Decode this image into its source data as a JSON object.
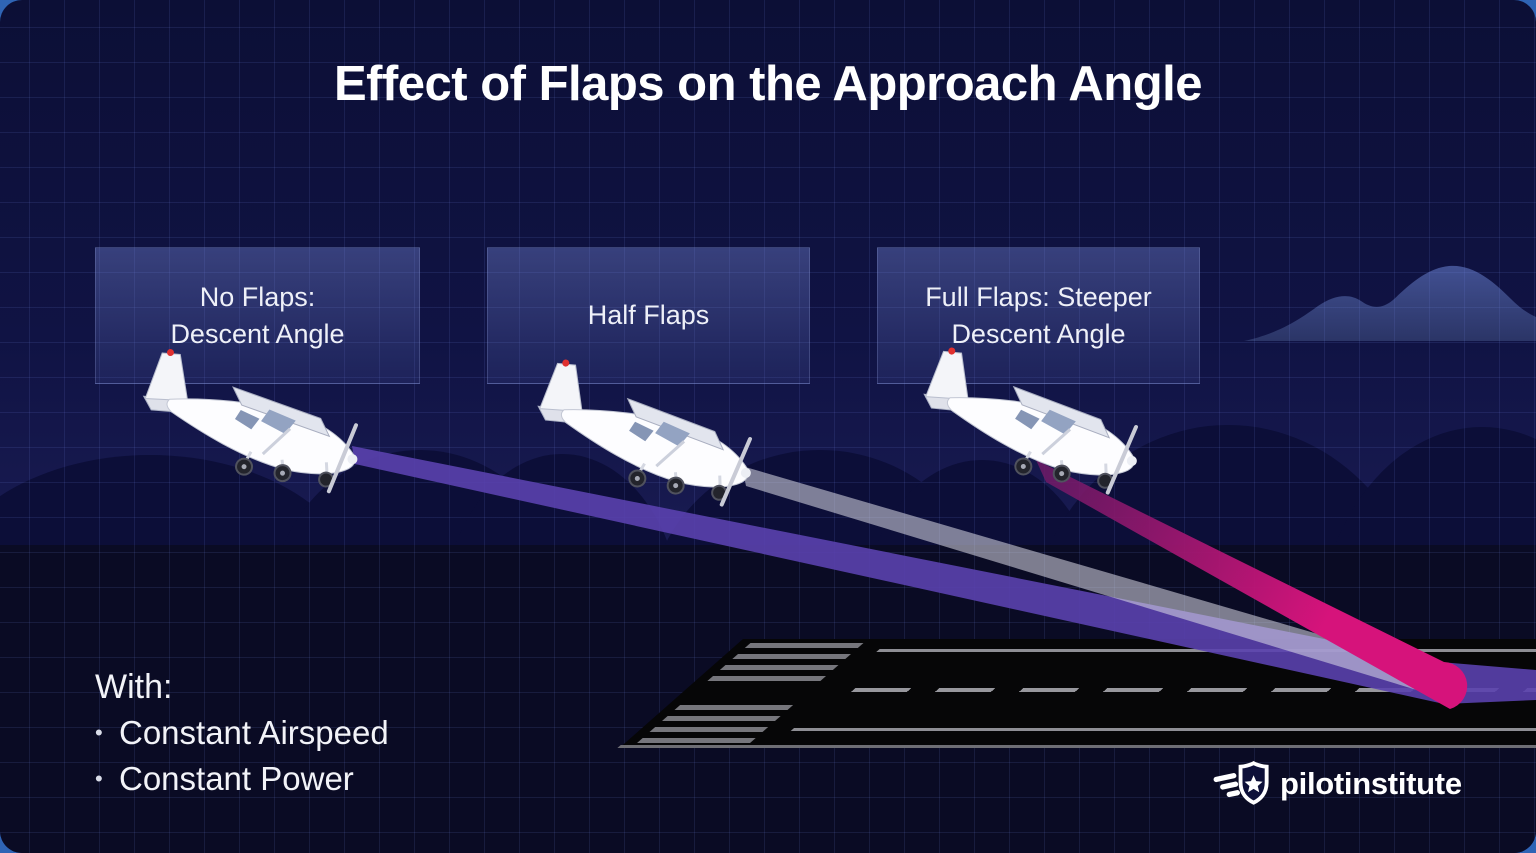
{
  "title": "Effect of Flaps on the Approach Angle",
  "annotation_boxes": [
    {
      "line1": "No Flaps:",
      "line2": "Descent Angle"
    },
    {
      "line1": "Half Flaps",
      "line2": ""
    },
    {
      "line1": "Full Flaps: Steeper",
      "line2": "Descent Angle"
    }
  ],
  "conditions": {
    "heading": "With:",
    "bullet_char": "•",
    "items": [
      "Constant Airspeed",
      "Constant Power"
    ]
  },
  "brand": {
    "name": "pilotinstitute"
  },
  "beams": {
    "no_flaps": {
      "color": "#5a41ae"
    },
    "half_flaps": {
      "color": "#dcdde8"
    },
    "full_flaps": {
      "color_start": "#6d1a66",
      "color_end": "#d6137b"
    }
  },
  "colors": {
    "background_top": "#0c0f36",
    "ground_band": "#0a0b24",
    "runway": "#060607",
    "mountain": "#445492"
  }
}
